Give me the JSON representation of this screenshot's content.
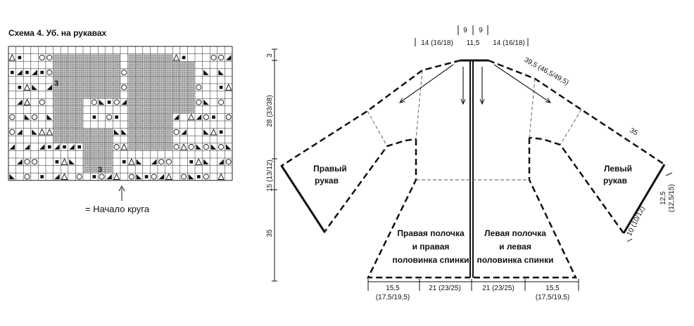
{
  "chart": {
    "title": "Схема 4. Уб. на рукавах",
    "numbers": [
      "3",
      "3"
    ],
    "start_label": "= Начало круга"
  },
  "pattern": {
    "left_dims": {
      "top": "3",
      "upper": "28 (33/38)",
      "sleeve": "15 (13/12)",
      "bottom": "35"
    },
    "top_dims": {
      "neck_a": "9",
      "neck_b": "9",
      "center": "11,5",
      "left_shoulder": "14 (16/18)",
      "right_shoulder": "14 (16/18)"
    },
    "raglan_right": "39,5 (46,5/49,5)",
    "sleeve_side": "35",
    "right_sleeve_dims": {
      "outer": "12,5 (12,5/15)",
      "cuff": "10 (10/12)"
    },
    "pieces": {
      "right_sleeve": [
        "Правый",
        "рукав"
      ],
      "left_sleeve": [
        "Левый",
        "рукав"
      ],
      "right_front": [
        "Правая полочка",
        "и правая",
        "половинка спинки"
      ],
      "left_front": [
        "Левая полочка",
        "и левая",
        "половинка спинки"
      ]
    },
    "bottom_dims": [
      {
        "main": "15,5",
        "sub": "(17,5/19,5)"
      },
      {
        "main": "21 (23/25)",
        "sub": ""
      },
      {
        "main": "21 (23/25)",
        "sub": ""
      },
      {
        "main": "15,5",
        "sub": "(17,5/19,5)"
      }
    ]
  }
}
